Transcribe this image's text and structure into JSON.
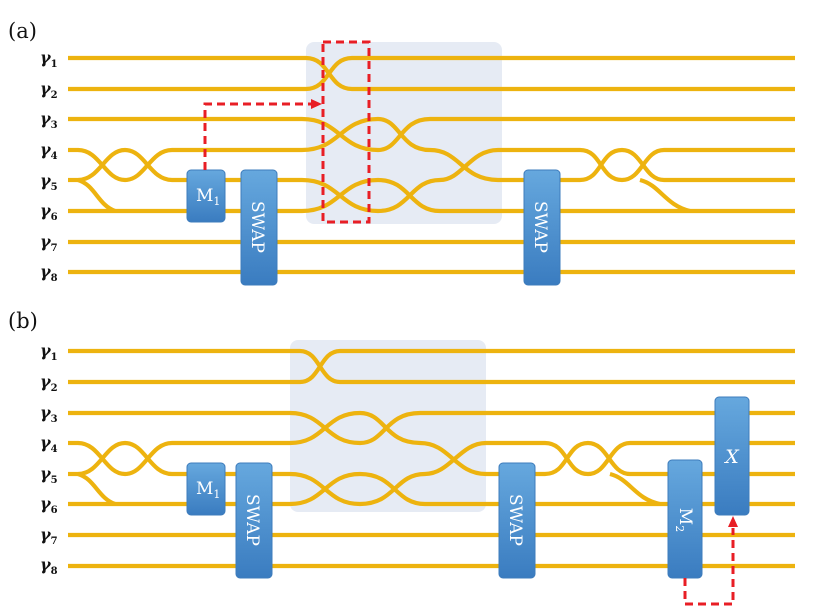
{
  "colors": {
    "wire": "#EDB30F",
    "gate_fill_top": "#66A8DE",
    "gate_fill_bottom": "#3A7CC0",
    "braid_region": "#DFE6F1",
    "measurement_feed": "#E81E25"
  },
  "wire_labels": [
    {
      "base": "γ",
      "sub": "1"
    },
    {
      "base": "γ",
      "sub": "2"
    },
    {
      "base": "γ",
      "sub": "3"
    },
    {
      "base": "γ",
      "sub": "4"
    },
    {
      "base": "γ",
      "sub": "5"
    },
    {
      "base": "γ",
      "sub": "6"
    },
    {
      "base": "γ",
      "sub": "7"
    },
    {
      "base": "γ",
      "sub": "8"
    }
  ],
  "panels": [
    {
      "label": "(a)",
      "gates": [
        {
          "id": "m1",
          "base": "M",
          "sub": "1"
        },
        {
          "id": "swap1",
          "text": "SWAP"
        },
        {
          "id": "swap2",
          "text": "SWAP"
        }
      ]
    },
    {
      "label": "(b)",
      "gates": [
        {
          "id": "m1",
          "base": "M",
          "sub": "1"
        },
        {
          "id": "swap1",
          "text": "SWAP"
        },
        {
          "id": "swap2",
          "text": "SWAP"
        },
        {
          "id": "m2",
          "base": "M",
          "sub": "2"
        },
        {
          "id": "x",
          "text": "X"
        }
      ]
    }
  ]
}
